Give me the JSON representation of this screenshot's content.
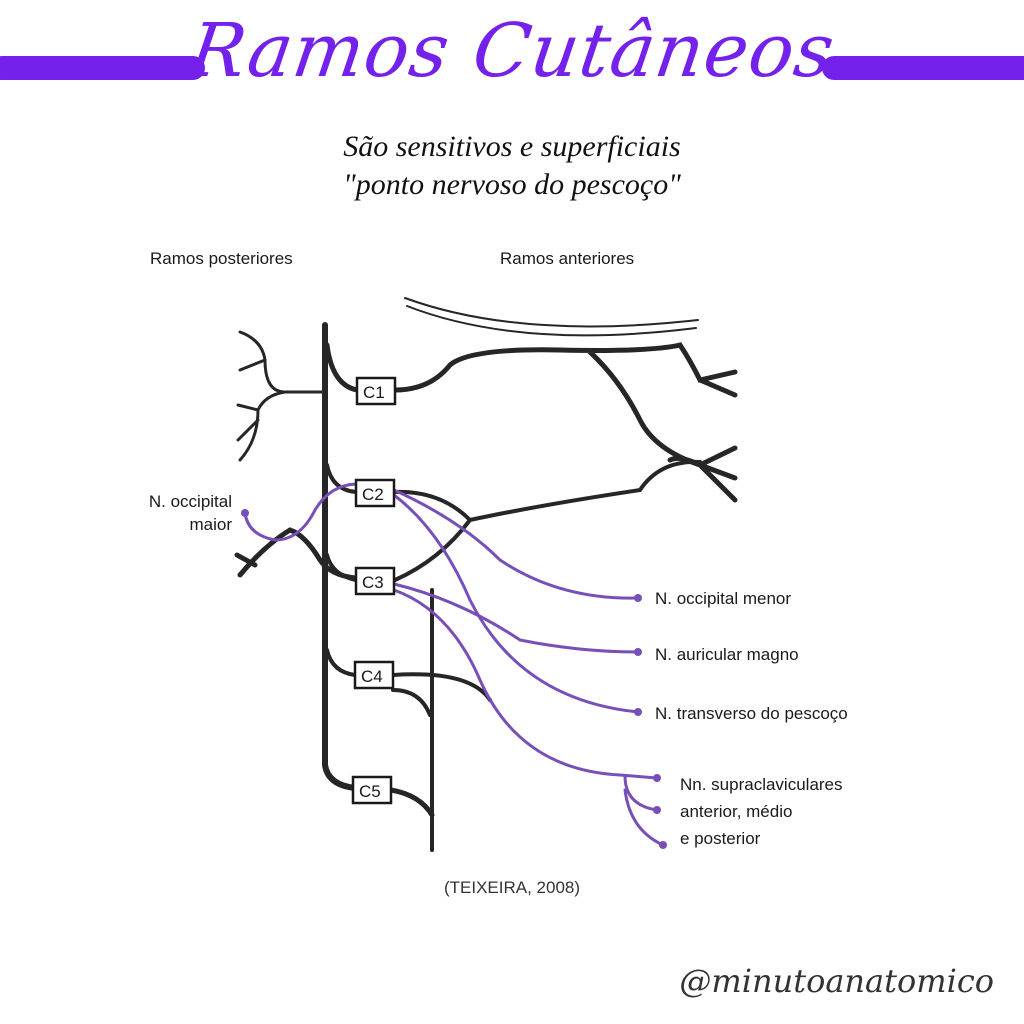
{
  "header": {
    "title": "Ramos Cutâneos",
    "subtitle_line1": "São sensitivos e superficiais",
    "subtitle_line2": "\"ponto nervoso do pescoço\""
  },
  "diagram": {
    "section_posterior": "Ramos posteriores",
    "section_anterior": "Ramos anteriores",
    "segments": [
      "C1",
      "C2",
      "C3",
      "C4",
      "C5"
    ],
    "labels": {
      "occipital_maior_1": "N. occipital",
      "occipital_maior_2": "maior",
      "occipital_menor": "N. occipital menor",
      "auricular_magno": "N. auricular magno",
      "transverso": "N. transverso do pescoço",
      "supra_1": "Nn. supraclaviculares",
      "supra_2": "anterior, médio",
      "supra_3": "e posterior"
    },
    "colors": {
      "accent": "#7421ec",
      "nerve_cutaneous": "#7650b8",
      "nerve": "#262626"
    }
  },
  "footer": {
    "citation": "(TEIXEIRA, 2008)",
    "handle": "@minutoanatomico"
  }
}
